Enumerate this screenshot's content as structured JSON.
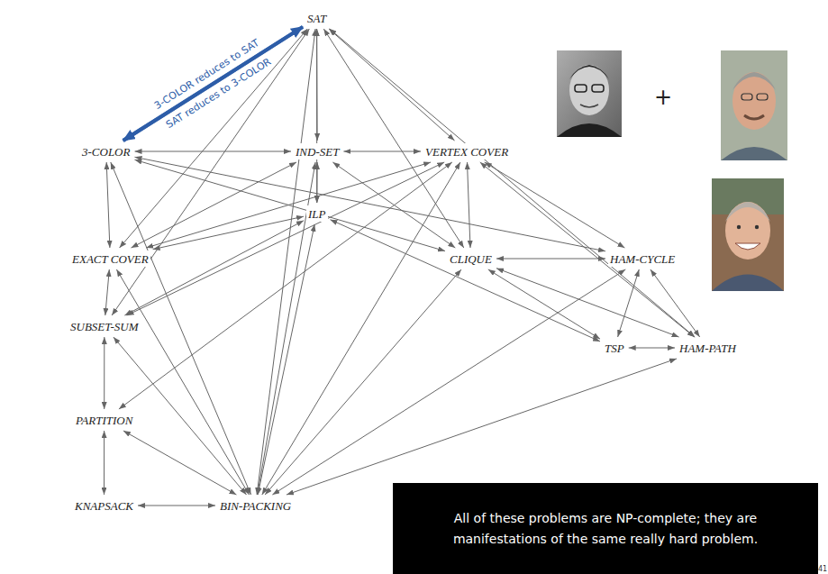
{
  "diagram": {
    "nodes": [
      {
        "text": [
          "SAT"
        ]
      },
      {
        "text": [
          "3-COLOR"
        ]
      },
      {
        "text": [
          "IND-SET"
        ]
      },
      {
        "text": [
          "VERTEX COVER"
        ]
      },
      {
        "text": [
          "ILP"
        ]
      },
      {
        "text": [
          "EXACT COVER"
        ]
      },
      {
        "text": [
          "CLIQUE"
        ]
      },
      {
        "text": [
          "HAM-CYCLE"
        ]
      },
      {
        "text": [
          "SUBSET-SUM"
        ]
      },
      {
        "text": [
          "TSP"
        ]
      },
      {
        "text": [
          "HAM-PATH"
        ]
      },
      {
        "text": [
          "PARTITION"
        ]
      },
      {
        "text": [
          "KNAPSACK"
        ]
      },
      {
        "text": [
          "BIN-PACKING"
        ]
      },
      {
        "text": [
          "All of these problems are NP-complete; they are manifestations of the same really hard problem."
        ]
      }
    ],
    "edges": [
      {
        "from": 1,
        "to": 0,
        "arrow": "to",
        "label": "3-COLOR reduces to SAT"
      },
      {
        "from": 0,
        "to": 1,
        "arrow": "to",
        "label": "SAT reduces to 3-COLOR"
      },
      {
        "from": 0,
        "to": 2,
        "arrow": "both"
      },
      {
        "from": 0,
        "to": 3,
        "arrow": "both"
      },
      {
        "from": 0,
        "to": 5,
        "arrow": "both"
      },
      {
        "from": 0,
        "to": 8,
        "arrow": "both"
      },
      {
        "from": 0,
        "to": 4,
        "arrow": "both"
      },
      {
        "from": 0,
        "to": 13,
        "arrow": "both"
      },
      {
        "from": 0,
        "to": 6,
        "arrow": "both"
      },
      {
        "from": 0,
        "to": 10,
        "arrow": "both"
      },
      {
        "from": 1,
        "to": 2,
        "arrow": "both"
      },
      {
        "from": 1,
        "to": 5,
        "arrow": "both"
      },
      {
        "from": 1,
        "to": 7,
        "arrow": "both"
      },
      {
        "from": 1,
        "to": 6,
        "arrow": "both"
      },
      {
        "from": 1,
        "to": 13,
        "arrow": "both"
      },
      {
        "from": 2,
        "to": 3,
        "arrow": "both"
      },
      {
        "from": 2,
        "to": 4,
        "arrow": "both"
      },
      {
        "from": 2,
        "to": 6,
        "arrow": "both"
      },
      {
        "from": 2,
        "to": 5,
        "arrow": "both"
      },
      {
        "from": 2,
        "to": 13,
        "arrow": "both"
      },
      {
        "from": 3,
        "to": 6,
        "arrow": "both"
      },
      {
        "from": 3,
        "to": 7,
        "arrow": "both"
      },
      {
        "from": 3,
        "to": 10,
        "arrow": "both"
      },
      {
        "from": 3,
        "to": 8,
        "arrow": "both"
      },
      {
        "from": 3,
        "to": 5,
        "arrow": "both"
      },
      {
        "from": 3,
        "to": 11,
        "arrow": "both"
      },
      {
        "from": 3,
        "to": 13,
        "arrow": "both"
      },
      {
        "from": 4,
        "to": 5,
        "arrow": "both"
      },
      {
        "from": 4,
        "to": 9,
        "arrow": "both"
      },
      {
        "from": 4,
        "to": 13,
        "arrow": "both"
      },
      {
        "from": 4,
        "to": 8,
        "arrow": "both"
      },
      {
        "from": 5,
        "to": 8,
        "arrow": "both"
      },
      {
        "from": 5,
        "to": 13,
        "arrow": "both"
      },
      {
        "from": 6,
        "to": 7,
        "arrow": "both"
      },
      {
        "from": 6,
        "to": 9,
        "arrow": "both"
      },
      {
        "from": 6,
        "to": 10,
        "arrow": "both"
      },
      {
        "from": 6,
        "to": 13,
        "arrow": "both"
      },
      {
        "from": 7,
        "to": 9,
        "arrow": "both"
      },
      {
        "from": 7,
        "to": 10,
        "arrow": "both"
      },
      {
        "from": 7,
        "to": 13,
        "arrow": "both"
      },
      {
        "from": 9,
        "to": 10,
        "arrow": "both"
      },
      {
        "from": 10,
        "to": 13,
        "arrow": "both"
      },
      {
        "from": 8,
        "to": 11,
        "arrow": "both"
      },
      {
        "from": 8,
        "to": 13,
        "arrow": "both"
      },
      {
        "from": 11,
        "to": 12,
        "arrow": "both"
      },
      {
        "from": 11,
        "to": 13,
        "arrow": "both"
      },
      {
        "from": 12,
        "to": 13,
        "arrow": "both"
      }
    ],
    "labels": [
      "+",
      "41"
    ]
  }
}
